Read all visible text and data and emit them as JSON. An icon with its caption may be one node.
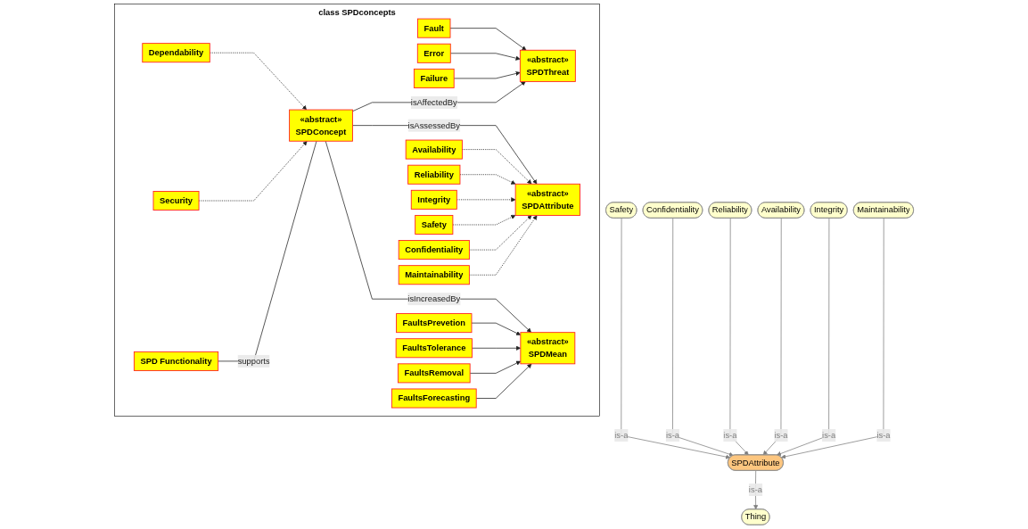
{
  "diagram": {
    "nodes": [
      {
        "text": [
          "class SPDconcepts"
        ]
      },
      {
        "text": [
          "Dependability"
        ],
        "in": 0
      },
      {
        "text": [
          "Security"
        ],
        "in": 0
      },
      {
        "text": [
          "Fault"
        ],
        "in": 0
      },
      {
        "text": [
          "Error"
        ],
        "in": 0
      },
      {
        "text": [
          "SPD Functionality"
        ],
        "in": 0
      },
      {
        "text": [
          "«abstract»",
          "SPDConcept"
        ],
        "in": 0
      },
      {
        "text": [
          "«abstract»",
          "SPDThreat"
        ],
        "in": 0
      },
      {
        "text": [
          "Failure"
        ],
        "in": 0
      },
      {
        "text": [
          "FaultsPrevetion"
        ],
        "in": 0
      },
      {
        "text": [
          "«abstract»",
          "SPDMean"
        ],
        "in": 0
      },
      {
        "text": [
          "FaultsTolerance"
        ],
        "in": 0
      },
      {
        "text": [
          "Availability"
        ],
        "in": 0
      },
      {
        "text": [
          "«abstract»",
          "SPDAttribute"
        ],
        "in": 0
      },
      {
        "text": [
          "FaultsRemoval"
        ],
        "in": 0
      },
      {
        "text": [
          "Reliability"
        ],
        "in": 0
      },
      {
        "text": [
          "FaultsForecasting"
        ],
        "in": 0
      },
      {
        "text": [
          "Integrity"
        ],
        "in": 0
      },
      {
        "text": [
          "Safety"
        ],
        "in": 0
      },
      {
        "text": [
          "Confidentiality"
        ],
        "in": 0
      },
      {
        "text": [
          "Maintainability"
        ],
        "in": 0
      },
      {
        "text": [
          "Safety"
        ]
      },
      {
        "text": [
          "Confidentiality"
        ]
      },
      {
        "text": [
          "Reliability"
        ]
      },
      {
        "text": [
          "Thing"
        ]
      },
      {
        "text": [
          "SPDAttribute"
        ]
      },
      {
        "text": [
          "Availability"
        ]
      },
      {
        "text": [
          "Integrity"
        ]
      },
      {
        "text": [
          "Maintainability"
        ]
      }
    ],
    "edges": [
      {
        "from": 1,
        "to": 6,
        "arrow": "to",
        "style": "dashed"
      },
      {
        "from": 2,
        "to": 6,
        "arrow": "to",
        "style": "dashed"
      },
      {
        "from": 3,
        "to": 7,
        "arrow": "to"
      },
      {
        "from": 4,
        "to": 7,
        "arrow": "to"
      },
      {
        "from": 8,
        "to": 7,
        "arrow": "to"
      },
      {
        "from": 5,
        "to": 6,
        "arrow": "none",
        "label": "supports"
      },
      {
        "from": 6,
        "to": 7,
        "arrow": "to",
        "label": "isAffectedBy"
      },
      {
        "from": 6,
        "to": 13,
        "arrow": "to",
        "label": "isAssessedBy"
      },
      {
        "from": 6,
        "to": 10,
        "arrow": "to",
        "label": "isIncreasedBy"
      },
      {
        "from": 9,
        "to": 10,
        "arrow": "to"
      },
      {
        "from": 11,
        "to": 10,
        "arrow": "to"
      },
      {
        "from": 14,
        "to": 10,
        "arrow": "to"
      },
      {
        "from": 16,
        "to": 10,
        "arrow": "to"
      },
      {
        "from": 12,
        "to": 13,
        "arrow": "to",
        "style": "dashed"
      },
      {
        "from": 15,
        "to": 13,
        "arrow": "to",
        "style": "dashed"
      },
      {
        "from": 17,
        "to": 13,
        "arrow": "to",
        "style": "dashed"
      },
      {
        "from": 18,
        "to": 13,
        "arrow": "to",
        "style": "dashed"
      },
      {
        "from": 19,
        "to": 13,
        "arrow": "to",
        "style": "dashed"
      },
      {
        "from": 20,
        "to": 13,
        "arrow": "to",
        "style": "dashed"
      },
      {
        "from": 25,
        "to": 24,
        "arrow": "to",
        "label": "is-a",
        "color": "#808080"
      },
      {
        "from": 21,
        "to": 25,
        "arrow": "to",
        "label": "is-a",
        "color": "#808080"
      },
      {
        "from": 22,
        "to": 25,
        "arrow": "to",
        "label": "is-a",
        "color": "#808080"
      },
      {
        "from": 23,
        "to": 25,
        "arrow": "to",
        "label": "is-a",
        "color": "#808080"
      },
      {
        "from": 26,
        "to": 25,
        "arrow": "to",
        "label": "is-a",
        "color": "#808080"
      },
      {
        "from": 27,
        "to": 25,
        "arrow": "to",
        "label": "is-a",
        "color": "#808080"
      },
      {
        "from": 28,
        "to": 25,
        "arrow": "to",
        "label": "is-a",
        "color": "#808080"
      }
    ]
  }
}
